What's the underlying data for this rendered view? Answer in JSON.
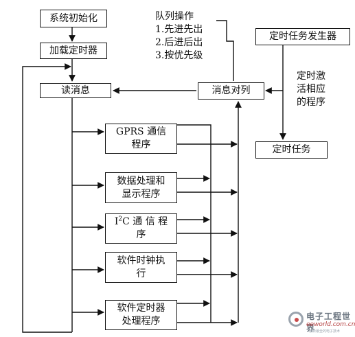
{
  "nodes": {
    "init": "系统初始化",
    "load_timer": "加载定时器",
    "read_msg": "读消息",
    "msg_queue": "消息对列",
    "timer_gen": "定时任务发生器",
    "timer_task": "定时任务",
    "gprs": "GPRS 通信\n程序",
    "data_proc": "数据处理和\n显示程序",
    "i2c_prefix": "I",
    "i2c_sup": "2",
    "i2c_rest": "C  通 信  程\n序",
    "soft_clock": "软件时钟执\n行",
    "soft_timer": "软件定时器\n处理程序"
  },
  "labels": {
    "queue_ops": "队列操作\n1.先进先出\n2.后进后出\n3.按优先级",
    "activate": "定时激\n活相应\n的程序"
  },
  "watermark": {
    "cn": "电子工程世界",
    "url": "eeworld.com.cn",
    "sub": "最新最全的电子技术"
  },
  "colors": {
    "line": "#111111",
    "watermark_gray": "#6b7580",
    "watermark_red": "#b23a3a"
  }
}
